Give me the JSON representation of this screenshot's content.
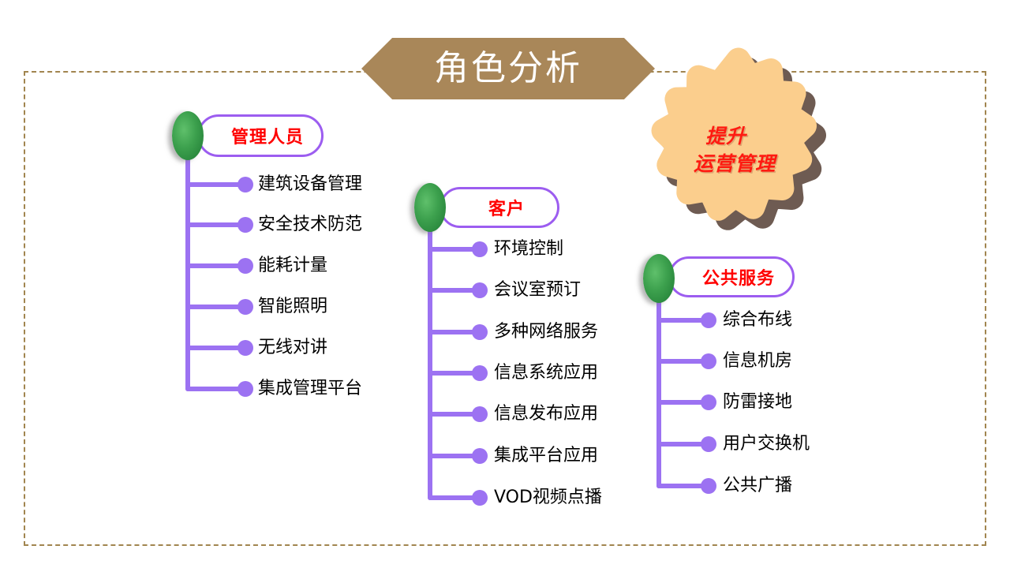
{
  "slide": {
    "title": "角色分析",
    "background_color": "#FFFFFF",
    "frame_color": "#A1854F",
    "banner_color": "#A98759",
    "accent_purple": "#9C5DF0",
    "node_green": "#3DA14E",
    "burst_fill": "#FBCE8D",
    "burst_shadow": "#6E5B52",
    "label_red": "#FF0000"
  },
  "callout": {
    "name": "starburst-callout",
    "lines": [
      "提升",
      "运营管理"
    ]
  },
  "branches": [
    {
      "id": "management",
      "root_label": "管理人员",
      "items": [
        "建筑设备管理",
        "安全技术防范",
        "能耗计量",
        "智能照明",
        "无线对讲",
        "集成管理平台"
      ]
    },
    {
      "id": "customer",
      "root_label": "客户",
      "items": [
        "环境控制",
        "会议室预订",
        "多种网络服务",
        "信息系统应用",
        "信息发布应用",
        "集成平台应用",
        "VOD视频点播"
      ]
    },
    {
      "id": "public-service",
      "root_label": "公共服务",
      "items": [
        "综合布线",
        "信息机房",
        "防雷接地",
        "用户交换机",
        "公共广播"
      ]
    }
  ]
}
